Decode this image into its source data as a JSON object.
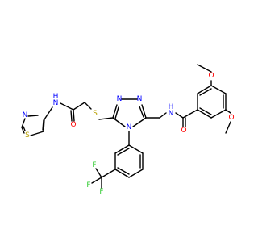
{
  "atoms": {
    "n_thiazole": {
      "text": "N",
      "color": "#0000ff"
    },
    "s_thiazole": {
      "text": "S",
      "color": "#b8a000"
    },
    "nh_amide1": {
      "text": "N",
      "color": "#0000ff"
    },
    "nh_amide1_h": {
      "text": "H",
      "color": "#0000ff"
    },
    "o_amide1": {
      "text": "O",
      "color": "#ff0000"
    },
    "s_thioether": {
      "text": "S",
      "color": "#b8a000"
    },
    "n_triazole_a": {
      "text": "N",
      "color": "#0000ff"
    },
    "n_triazole_b": {
      "text": "N",
      "color": "#0000ff"
    },
    "n_triazole_c": {
      "text": "N",
      "color": "#0000ff"
    },
    "nh_amide2": {
      "text": "N",
      "color": "#0000ff"
    },
    "nh_amide2_h": {
      "text": "H",
      "color": "#0000ff"
    },
    "o_amide2": {
      "text": "O",
      "color": "#ff0000"
    },
    "o_methoxy1": {
      "text": "O",
      "color": "#ff0000"
    },
    "o_methoxy2": {
      "text": "O",
      "color": "#ff0000"
    },
    "f1": {
      "text": "F",
      "color": "#33cc33"
    },
    "f2": {
      "text": "F",
      "color": "#33cc33"
    },
    "f3": {
      "text": "F",
      "color": "#33cc33"
    }
  }
}
